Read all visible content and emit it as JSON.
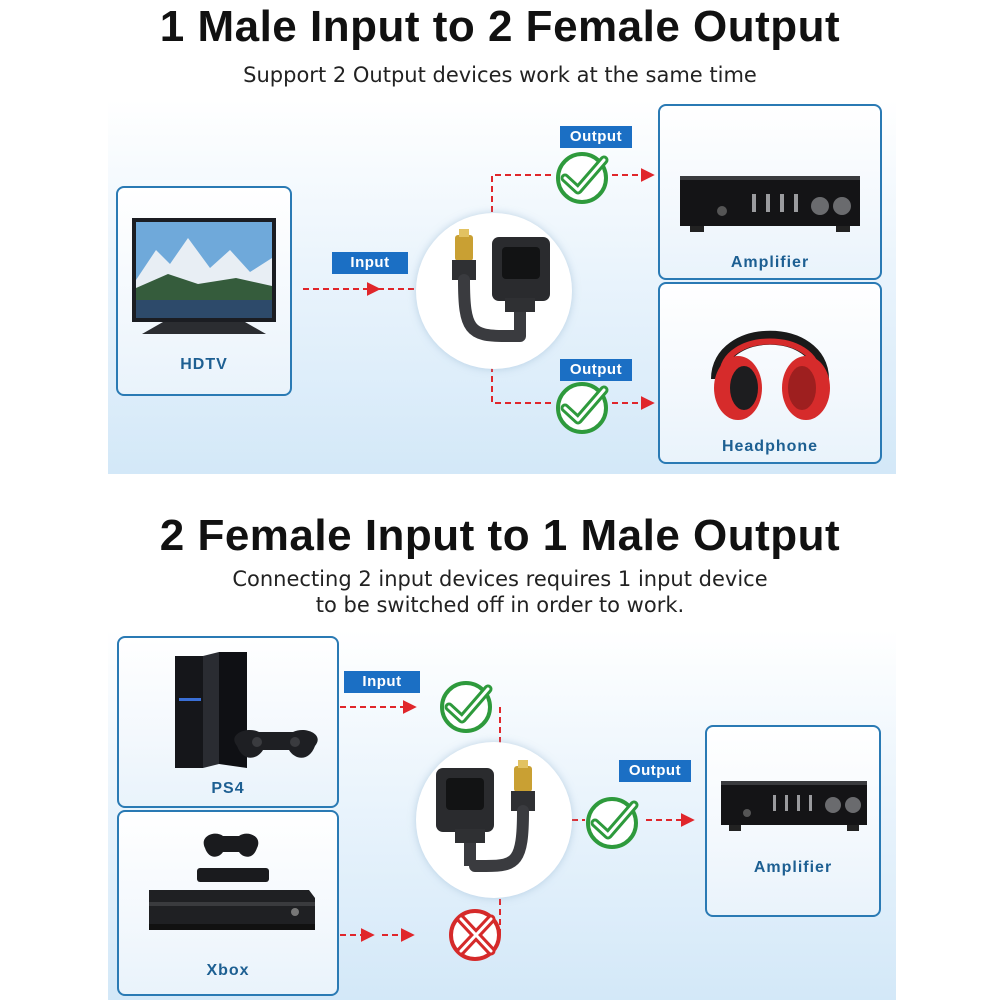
{
  "section1": {
    "title": "1 Male Input to 2 Female Output",
    "subtitle": "Support 2 Output devices work at the same time",
    "source_label": "HDTV",
    "input_tag": "Input",
    "output_tag_top": "Output",
    "output_tag_bottom": "Output",
    "dest_top_label": "Amplifier",
    "dest_bottom_label": "Headphone"
  },
  "section2": {
    "title": "2 Female Input to 1 Male Output",
    "subtitle_line1": "Connecting 2 input devices requires 1 input device",
    "subtitle_line2": "to be switched off in order to work.",
    "source_top_label": "PS4",
    "source_bottom_label": "Xbox",
    "input_tag": "Input",
    "output_tag": "Output",
    "dest_label": "Amplifier"
  },
  "colors": {
    "frame_blue": "#2a7ab4",
    "tag_blue": "#1b6fc4",
    "arrow_red": "#e0262b",
    "check_green": "#2e9a3c",
    "cross_red": "#d52a2a"
  },
  "icons": [
    "tv-icon",
    "amplifier-icon",
    "headphone-icon",
    "ps4-console-icon",
    "xbox-console-icon",
    "optical-splitter-icon",
    "check-icon",
    "cross-icon"
  ]
}
